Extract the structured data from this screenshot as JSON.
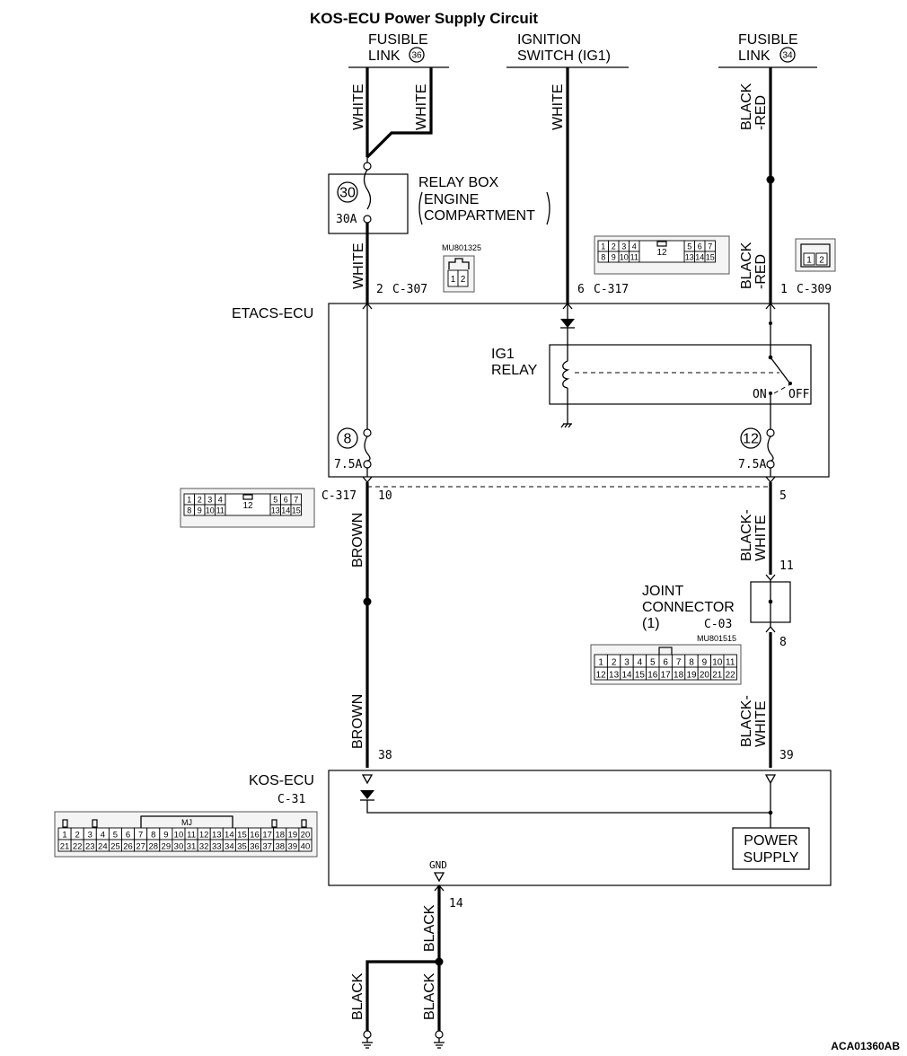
{
  "title": "KOS-ECU  Power Supply Circuit",
  "figure_code": "ACA01360AB",
  "top": {
    "fusible36_l1": "FUSIBLE",
    "fusible36_l2": "LINK",
    "fusible36_num": "36",
    "ign_l1": "IGNITION",
    "ign_l2": "SWITCH (IG1)",
    "fusible34_l1": "FUSIBLE",
    "fusible34_l2": "LINK",
    "fusible34_num": "34"
  },
  "relay_box": {
    "line1": "RELAY BOX",
    "line2": "ENGINE",
    "line3": "COMPARTMENT",
    "fuse_num": "30",
    "fuse_amp": "30A"
  },
  "wires": {
    "white": "WHITE",
    "black": "BLACK",
    "red": "-RED",
    "brown": "BROWN",
    "black_dash": "BLACK-",
    "white2": "WHITE"
  },
  "connectors": {
    "mu801325": "MU801325",
    "mu801515": "MU801515",
    "c307_pin": "2",
    "c307": "C-307",
    "c317_top_pin": "6",
    "c317": "C-317",
    "c309_pin": "1",
    "c309": "C-309",
    "c317_bottom": "C-317",
    "pin10": "10",
    "pin5": "5",
    "pin11": "11",
    "pin8": "8",
    "pin38": "38",
    "pin39": "39",
    "pin14": "14",
    "c03": "C-03",
    "c31": "C-31",
    "mj": "MJ",
    "center12": "12",
    "pin1": "1",
    "pin2": "2"
  },
  "etacs": {
    "name": "ETACS-ECU",
    "relay_l1": "IG1",
    "relay_l2": "RELAY",
    "on": "ON",
    "off": "OFF",
    "fuse8_num": "8",
    "fuse8_amp": "7.5A",
    "fuse12_num": "12",
    "fuse12_amp": "7.5A"
  },
  "joint": {
    "l1": "JOINT",
    "l2": "CONNECTOR",
    "l3": "(1)"
  },
  "kos": {
    "name": "KOS-ECU",
    "gnd": "GND",
    "ps_l1": "POWER",
    "ps_l2": "SUPPLY"
  }
}
